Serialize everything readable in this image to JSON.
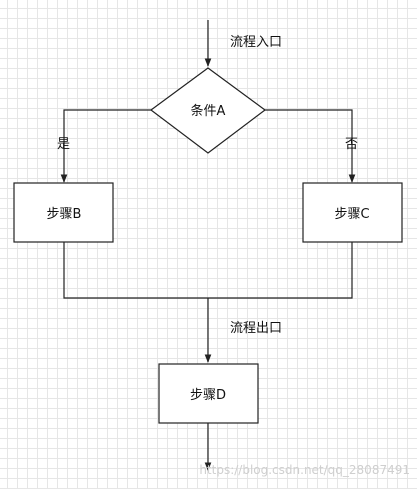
{
  "diagram": {
    "entry_label": "流程入口",
    "exit_label": "流程出口",
    "condition": "条件A",
    "yes_label": "是",
    "no_label": "否",
    "step_b": "步骤B",
    "step_c": "步骤C",
    "step_d": "步骤D"
  },
  "watermark": "https://blog.csdn.net/qq_28087491",
  "colors": {
    "stroke": "#222222",
    "grid": "#e6e6e6",
    "watermark": "#cfcfcf"
  }
}
